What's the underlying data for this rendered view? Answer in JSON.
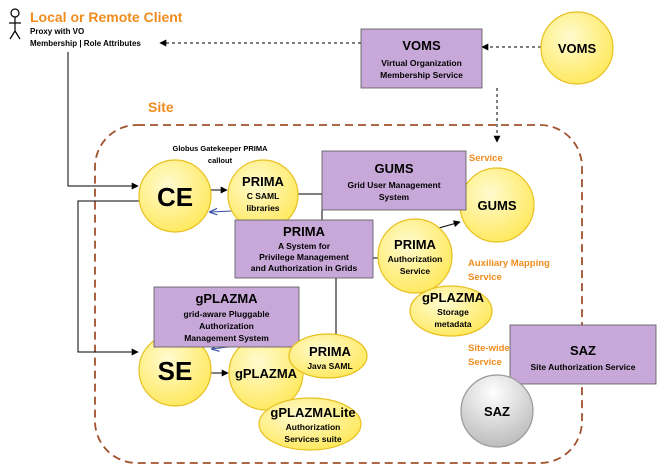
{
  "client": {
    "title": "Local or Remote Client",
    "line1": "Proxy with VO",
    "line2": "Membership | Role Attributes"
  },
  "site": {
    "label": "Site"
  },
  "voms_box": {
    "title": "VOMS",
    "line1": "Virtual Organization",
    "line2": "Membership Service"
  },
  "voms_circle": {
    "label": "VOMS"
  },
  "gatekeeper": {
    "line1": "Globus Gatekeeper PRIMA",
    "line2": "callout"
  },
  "ce": {
    "label": "CE"
  },
  "prima_c": {
    "title": "PRIMA",
    "line1": "C SAML",
    "line2": "libraries"
  },
  "gums_box": {
    "title": "GUMS",
    "line1": "Grid User Management",
    "line2": "System"
  },
  "mapping_service_partial": "ing Service",
  "gums_circle": {
    "label": "GUMS"
  },
  "prima_box": {
    "title": "PRIMA",
    "line1": "A System for",
    "line2": "Privilege Management",
    "line3": "and Authorization in Grids"
  },
  "prima_auth": {
    "title": "PRIMA",
    "line1": "Authorization",
    "line2": "Service"
  },
  "aux_mapping": {
    "line1": "Auxiliary Mapping",
    "line2": "Service"
  },
  "gplazma_storage": {
    "title": "gPLAZMA",
    "line1": "Storage",
    "line2": "metadata"
  },
  "gplazma_box": {
    "title": "gPLAZMA",
    "line1": "grid-aware Pluggable",
    "line2": "Authorization",
    "line3": "Management System"
  },
  "se": {
    "label": "SE"
  },
  "gplazma_circle": {
    "label": "gPLAZMA"
  },
  "prima_java": {
    "title": "PRIMA",
    "line1": "Java SAML"
  },
  "gplazmalite": {
    "title": "gPLAZMALite",
    "line1": "Authorization",
    "line2": "Services suite"
  },
  "site_wide": {
    "line1": "Site-wide",
    "line2": "Service"
  },
  "saz_box": {
    "title": "SAZ",
    "line1": "Site Authorization Service"
  },
  "saz_circle": {
    "label": "SAZ"
  },
  "colors": {
    "orange": "#f08c1e",
    "box_fill": "#c8a8d8",
    "circle_fill": "#fff07a",
    "circle_stroke": "#e8c020",
    "saz_fill": "#d8d8d8",
    "site_border": "#a0522d"
  }
}
